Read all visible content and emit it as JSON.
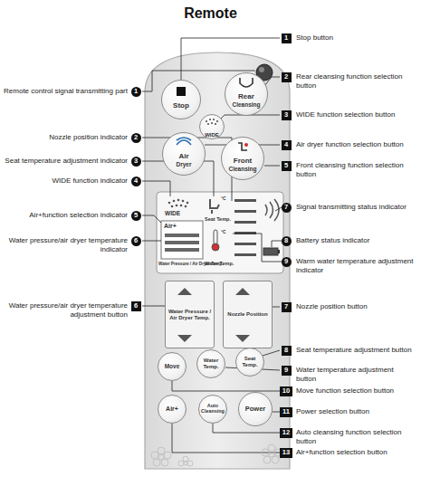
{
  "diagram": {
    "title": "Remote",
    "nodes": [
      {
        "text": [
          "Stop"
        ]
      },
      {
        "text": [
          "Rear",
          "Cleansing"
        ]
      },
      {
        "text": [
          "WIDE"
        ]
      },
      {
        "text": [
          "Air",
          "Dryer"
        ]
      },
      {
        "text": [
          "Front",
          "Cleansing"
        ]
      },
      {
        "text": [
          "Water Pressure / Air Dryer Temp."
        ]
      },
      {
        "text": [
          "Nozzle Position"
        ]
      },
      {
        "text": [
          "Move"
        ]
      },
      {
        "text": [
          "Water Temp."
        ]
      },
      {
        "text": [
          "Seat Temp."
        ]
      },
      {
        "text": [
          "Air+"
        ]
      },
      {
        "text": [
          "Auto Cleansing"
        ]
      },
      {
        "text": [
          "Power"
        ]
      }
    ],
    "labels": [
      "1",
      "Remote control signal transmitting part",
      "2",
      "Nozzle position indicator",
      "3",
      "Seat temperature adjustment indicator",
      "4",
      "WIDE function indicator",
      "5",
      "Air+function selection indicator",
      "6",
      "Water pressure/air dryer temperature indicator",
      "6",
      "Water pressure/air dryer temperature adjustment button",
      "1",
      "Stop button",
      "2",
      "Rear cleansing function selection button",
      "3",
      "WIDE function selection button",
      "4",
      "Air dryer function selection button",
      "5",
      "Front cleansing function selection button",
      "7",
      "Signal transmitting status indicator",
      "8",
      "Battery status indicator",
      "9",
      "Warm water temperature adjustment indicator",
      "7",
      "Nozzle position button",
      "8",
      "Seat temperature adjustment button",
      "9",
      "Water temperature adjustment button",
      "10",
      "Move function selection button",
      "11",
      "Power selection button",
      "12",
      "Auto cleansing function selection button",
      "13",
      "Air+function selection button",
      "WIDE",
      "Air+",
      "Water Pressure / Air Dryer Temp.",
      "°C",
      "Seat Temp.",
      "°C",
      "Water Temp."
    ]
  }
}
